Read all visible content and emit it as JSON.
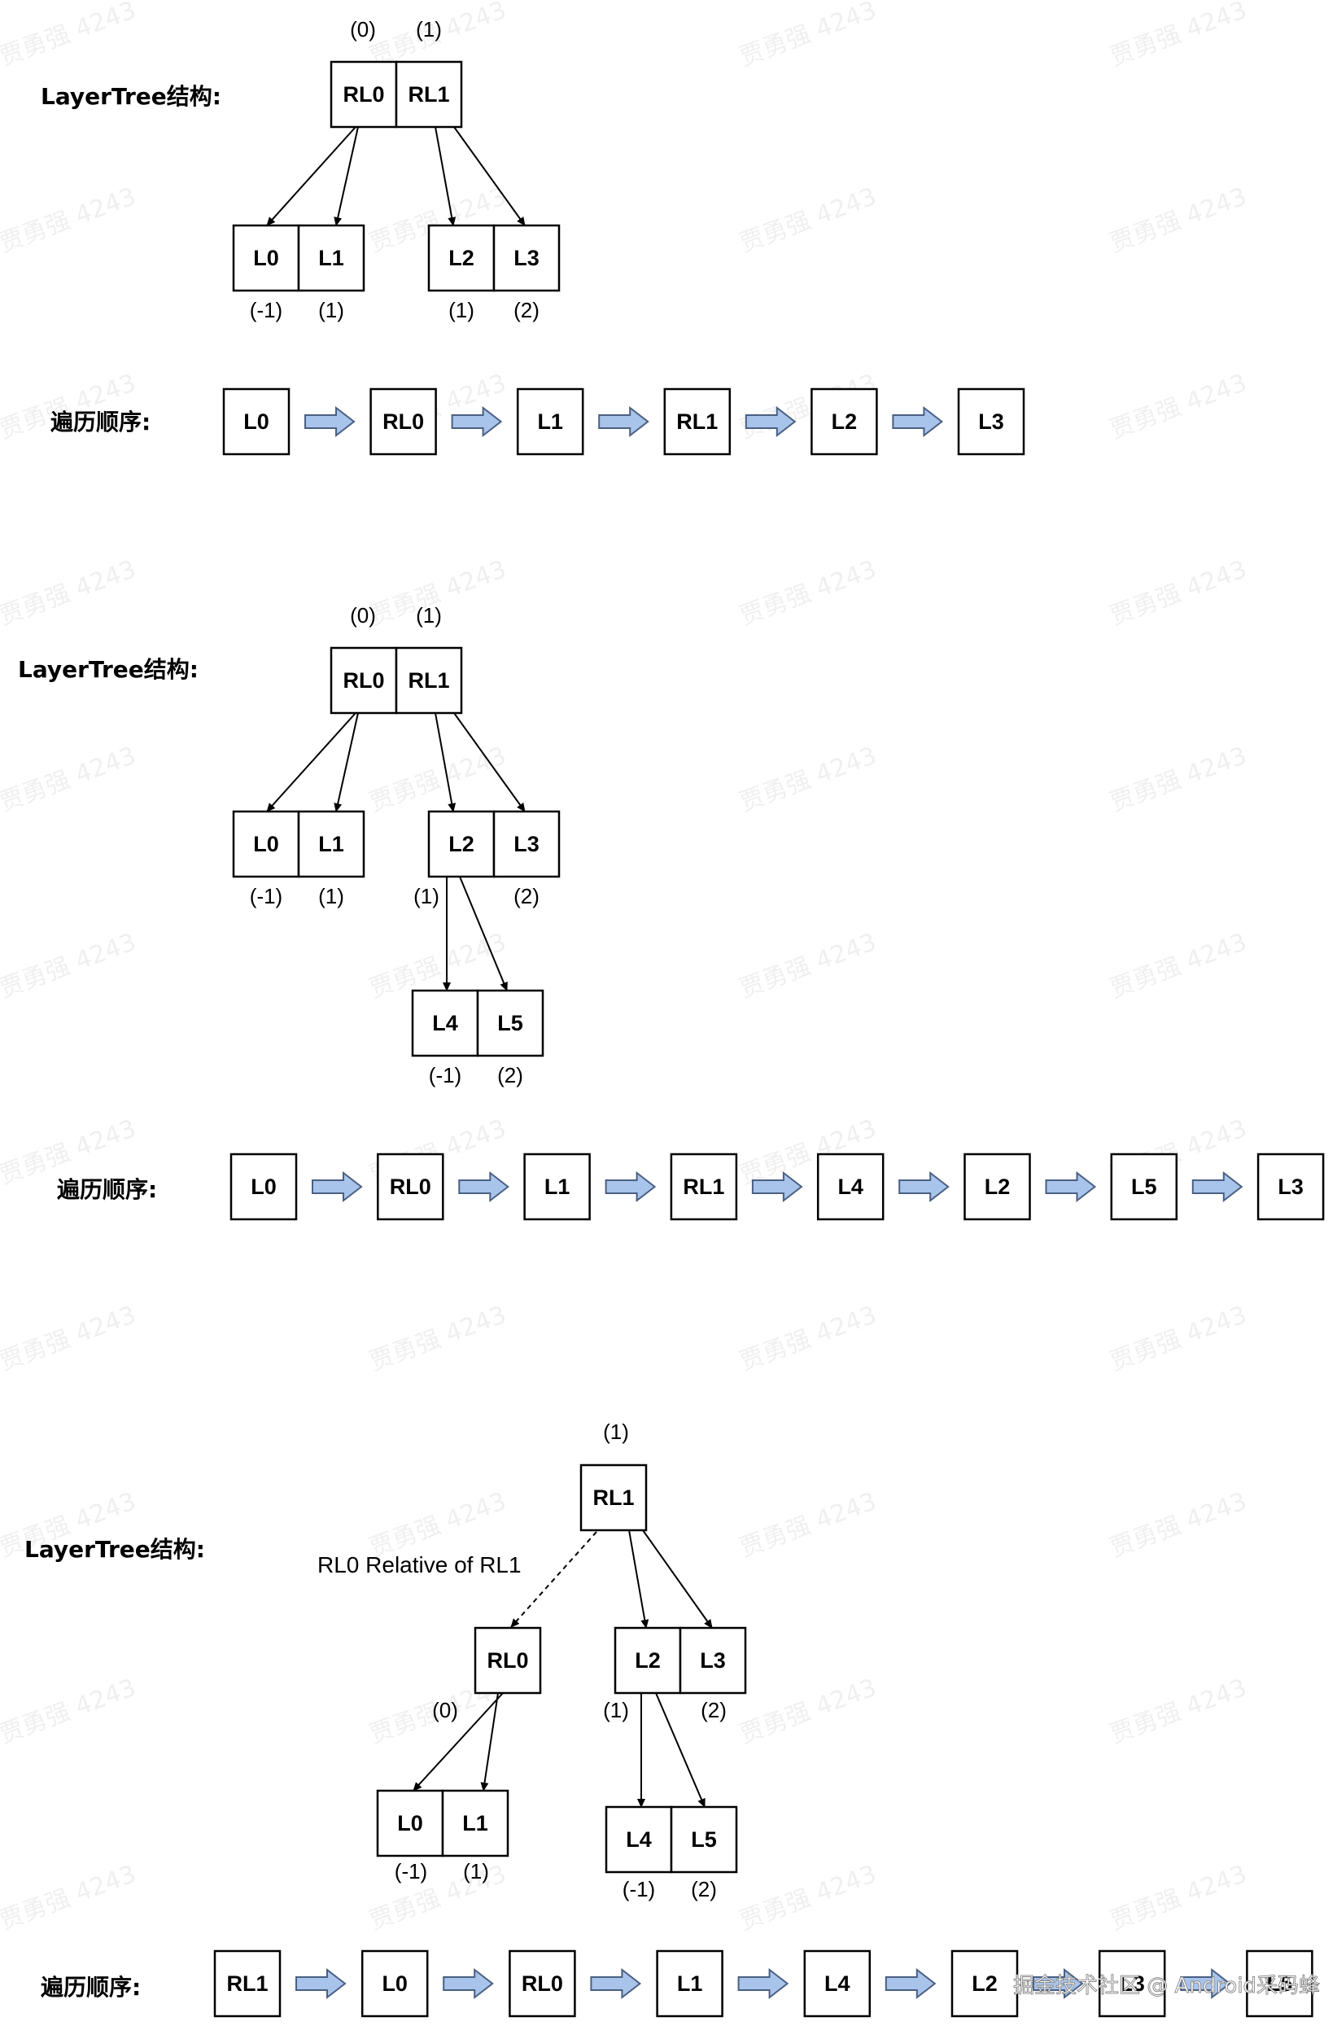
{
  "watermark": "贾勇强 4243",
  "footer": "掘金技术社区 @ Android采码蜂",
  "diagrams": [
    {
      "label": "LayerTree结构:",
      "nodes": [
        {
          "text": "RL0",
          "idx": "(0)"
        },
        {
          "text": "RL1",
          "idx": "(1)"
        },
        {
          "text": "L0",
          "idx": "(-1)"
        },
        {
          "text": "L1",
          "idx": "(1)"
        },
        {
          "text": "L2",
          "idx": "(1)"
        },
        {
          "text": "L3",
          "idx": "(2)"
        }
      ],
      "order_label": "遍历顺序:",
      "order": [
        "L0",
        "RL0",
        "L1",
        "RL1",
        "L2",
        "L3"
      ]
    },
    {
      "label": "LayerTree结构:",
      "nodes": [
        {
          "text": "RL0",
          "idx": "(0)"
        },
        {
          "text": "RL1",
          "idx": "(1)"
        },
        {
          "text": "L0",
          "idx": "(-1)"
        },
        {
          "text": "L1",
          "idx": "(1)"
        },
        {
          "text": "L2",
          "idx": "(1)"
        },
        {
          "text": "L3",
          "idx": "(2)"
        },
        {
          "text": "L4",
          "idx": "(-1)"
        },
        {
          "text": "L5",
          "idx": "(2)"
        }
      ],
      "order_label": "遍历顺序:",
      "order": [
        "L0",
        "RL0",
        "L1",
        "RL1",
        "L4",
        "L2",
        "L5",
        "L3"
      ]
    },
    {
      "label": "LayerTree结构:",
      "relation_note": "RL0 Relative of RL1",
      "nodes": [
        {
          "text": "RL1",
          "idx": "(1)"
        },
        {
          "text": "RL0",
          "idx": "(0)"
        },
        {
          "text": "L2",
          "idx": "(1)"
        },
        {
          "text": "L3",
          "idx": "(2)"
        },
        {
          "text": "L0",
          "idx": "(-1)"
        },
        {
          "text": "L1",
          "idx": "(1)"
        },
        {
          "text": "L4",
          "idx": "(-1)"
        },
        {
          "text": "L5",
          "idx": "(2)"
        }
      ],
      "order_label": "遍历顺序:",
      "order": [
        "RL1",
        "L0",
        "RL0",
        "L1",
        "L4",
        "L2",
        "L3",
        "L5"
      ]
    }
  ]
}
